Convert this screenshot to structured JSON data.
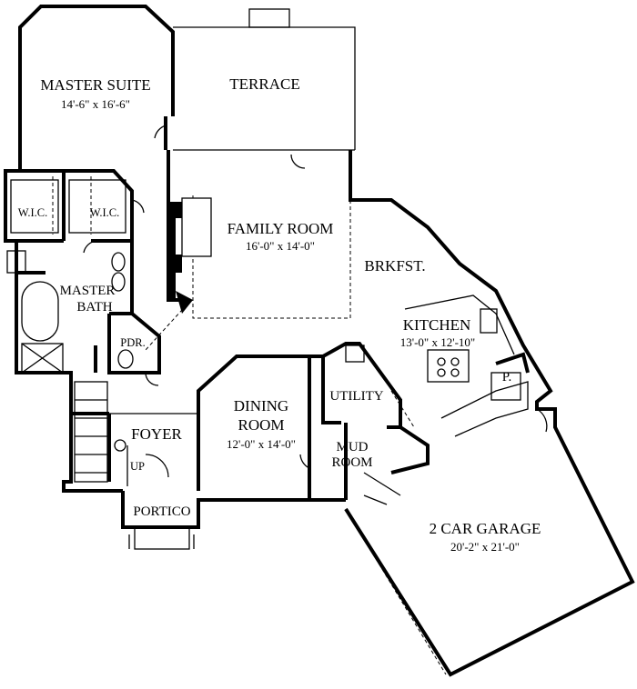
{
  "rooms": {
    "master_suite": {
      "name": "MASTER SUITE",
      "size": "14'-6\" x 16'-6\""
    },
    "terrace": {
      "name": "TERRACE"
    },
    "family_room": {
      "name": "FAMILY ROOM",
      "size": "16'-0\" x 14'-0\""
    },
    "wic_left": {
      "name": "W.I.C."
    },
    "wic_right": {
      "name": "W.I.C."
    },
    "master_bath": {
      "line1": "MASTER",
      "line2": "BATH"
    },
    "brkfst": {
      "name": "BRKFST."
    },
    "kitchen": {
      "name": "KITCHEN",
      "size": "13'-0\" x 12'-10\""
    },
    "pdr": {
      "name": "PDR."
    },
    "utility": {
      "name": "UTILITY"
    },
    "pantry": {
      "name": "P."
    },
    "dining_room": {
      "line1": "DINING",
      "line2": "ROOM",
      "size": "12'-0\" x 14'-0\""
    },
    "foyer": {
      "name": "FOYER"
    },
    "stair": {
      "label": "UP"
    },
    "mud_room": {
      "line1": "MUD",
      "line2": "ROOM"
    },
    "portico": {
      "name": "PORTICO"
    },
    "garage": {
      "name": "2 CAR GARAGE",
      "size": "20'-2\" x 21'-0\""
    }
  }
}
